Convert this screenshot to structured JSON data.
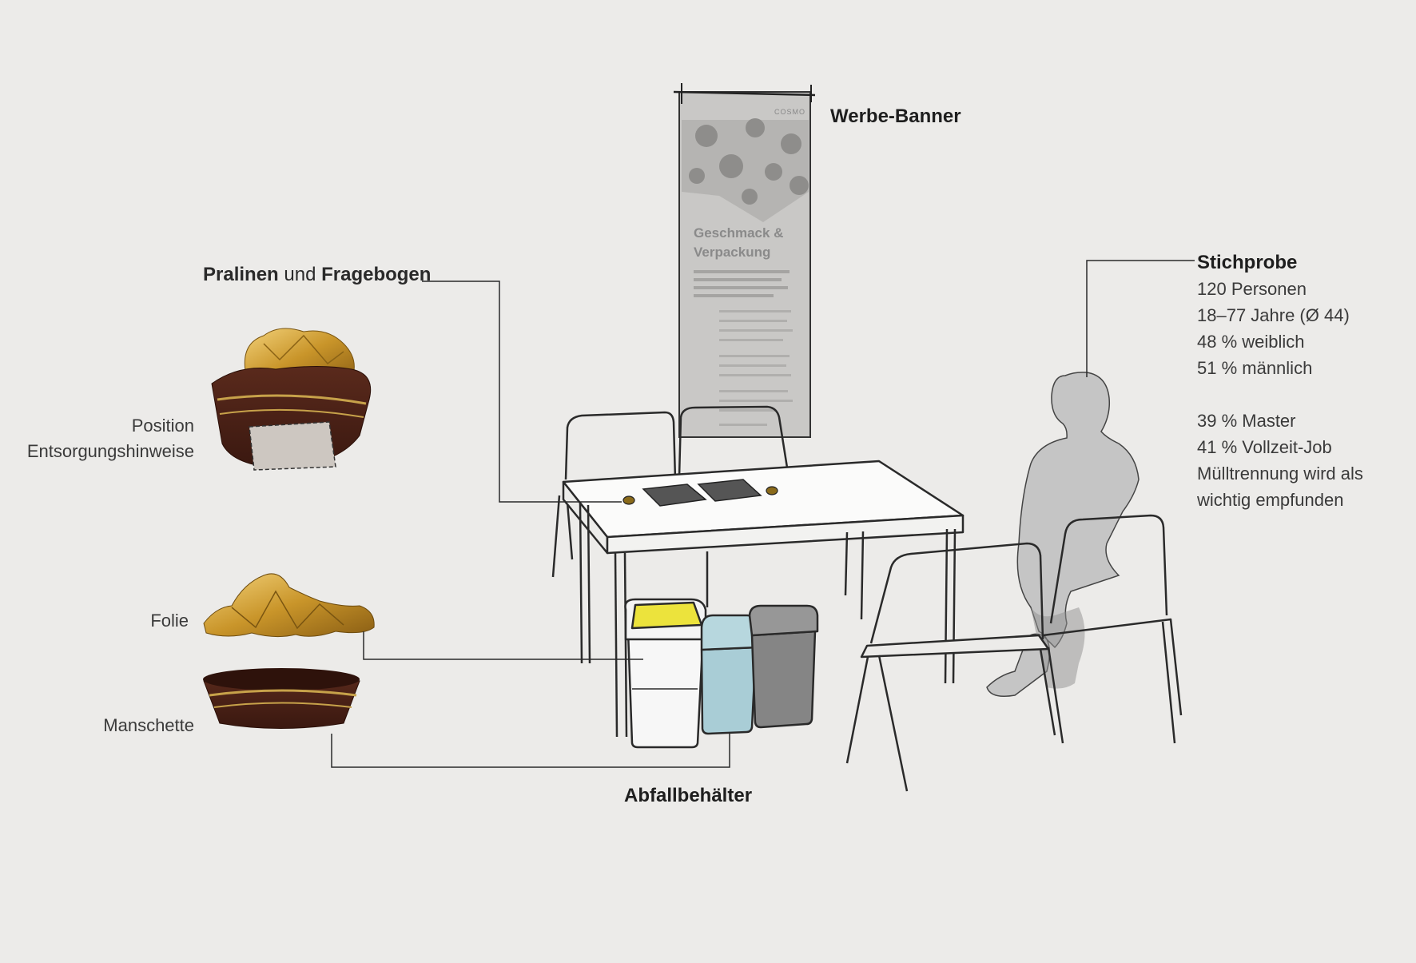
{
  "labels": {
    "banner": "Werbe-Banner",
    "pralinen_a": "Pralinen",
    "pralinen_und": "und",
    "pralinen_b": "Fragebogen",
    "position_line1": "Position",
    "position_line2": "Entsorgungshinweise",
    "folie": "Folie",
    "manschette": "Manschette",
    "bins": "Abfallbehälter"
  },
  "banner_print": {
    "brand": "COSMO",
    "headline": "Geschmack &\nVerpackung"
  },
  "sample": {
    "title": "Stichprobe",
    "lines": [
      "120 Personen",
      "18–77 Jahre (Ø 44)",
      "48 % weiblich",
      "51 % männlich"
    ],
    "lines2": [
      "39 % Master",
      "41 % Vollzeit-Job",
      "Mülltrennung wird als",
      "wichtig empfunden"
    ]
  },
  "colors": {
    "background": "#ecebe9",
    "bin_yellow_lid": "#ece33c",
    "bin_white": "#f7f7f7",
    "bin_blue": "#a9cdd6",
    "bin_grey": "#858585",
    "foil_gold": "#d4a537",
    "wrapper_brown": "#4a2218",
    "person_grey": "#c5c5c5"
  }
}
